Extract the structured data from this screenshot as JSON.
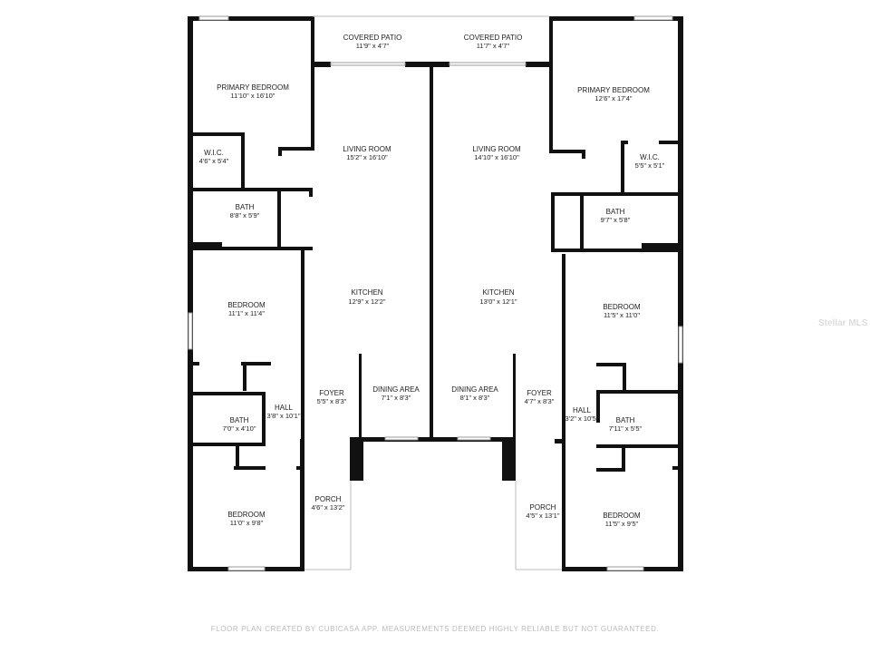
{
  "footer": "FLOOR PLAN CREATED BY CUBICASA APP. MEASUREMENTS DEEMED HIGHLY RELIABLE BUT NOT GUARANTEED.",
  "watermark": "Stellar MLS",
  "left_unit": {
    "covered_patio": {
      "name": "COVERED PATIO",
      "dim": "11'9\" x 4'7\""
    },
    "primary_bedroom": {
      "name": "PRIMARY BEDROOM",
      "dim": "11'10\" x 16'10\""
    },
    "wic": {
      "name": "W.I.C.",
      "dim": "4'6\" x 5'4\""
    },
    "primary_bath": {
      "name": "BATH",
      "dim": "8'8\" x 5'9\""
    },
    "living_room": {
      "name": "LIVING ROOM",
      "dim": "15'2\" x 16'10\""
    },
    "kitchen": {
      "name": "KITCHEN",
      "dim": "12'9\" x 12'2\""
    },
    "bedroom_1": {
      "name": "BEDROOM",
      "dim": "11'1\" x 11'4\""
    },
    "foyer": {
      "name": "FOYER",
      "dim": "5'5\" x 8'3\""
    },
    "dining": {
      "name": "DINING AREA",
      "dim": "7'1\" x 8'3\""
    },
    "hall": {
      "name": "HALL",
      "dim": "3'8\" x 10'1\""
    },
    "bath": {
      "name": "BATH",
      "dim": "7'0\" x 4'10\""
    },
    "porch": {
      "name": "PORCH",
      "dim": "4'6\" x 13'2\""
    },
    "bedroom_2": {
      "name": "BEDROOM",
      "dim": "11'0\" x 9'8\""
    }
  },
  "right_unit": {
    "covered_patio": {
      "name": "COVERED PATIO",
      "dim": "11'7\" x 4'7\""
    },
    "primary_bedroom": {
      "name": "PRIMARY BEDROOM",
      "dim": "12'6\" x 17'4\""
    },
    "wic": {
      "name": "W.I.C.",
      "dim": "5'5\" x 5'1\""
    },
    "primary_bath": {
      "name": "BATH",
      "dim": "9'7\" x 5'8\""
    },
    "living_room": {
      "name": "LIVING ROOM",
      "dim": "14'10\" x 16'10\""
    },
    "kitchen": {
      "name": "KITCHEN",
      "dim": "13'0\" x 12'1\""
    },
    "bedroom_1": {
      "name": "BEDROOM",
      "dim": "11'5\" x 11'0\""
    },
    "foyer": {
      "name": "FOYER",
      "dim": "4'7\" x 8'3\""
    },
    "dining": {
      "name": "DINING AREA",
      "dim": "8'1\" x 8'3\""
    },
    "hall": {
      "name": "HALL",
      "dim": "3'2\" x 10'5\""
    },
    "bath": {
      "name": "BATH",
      "dim": "7'11\" x 5'5\""
    },
    "porch": {
      "name": "PORCH",
      "dim": "4'5\" x 13'1\""
    },
    "bedroom_2": {
      "name": "BEDROOM",
      "dim": "11'5\" x 9'5\""
    }
  }
}
